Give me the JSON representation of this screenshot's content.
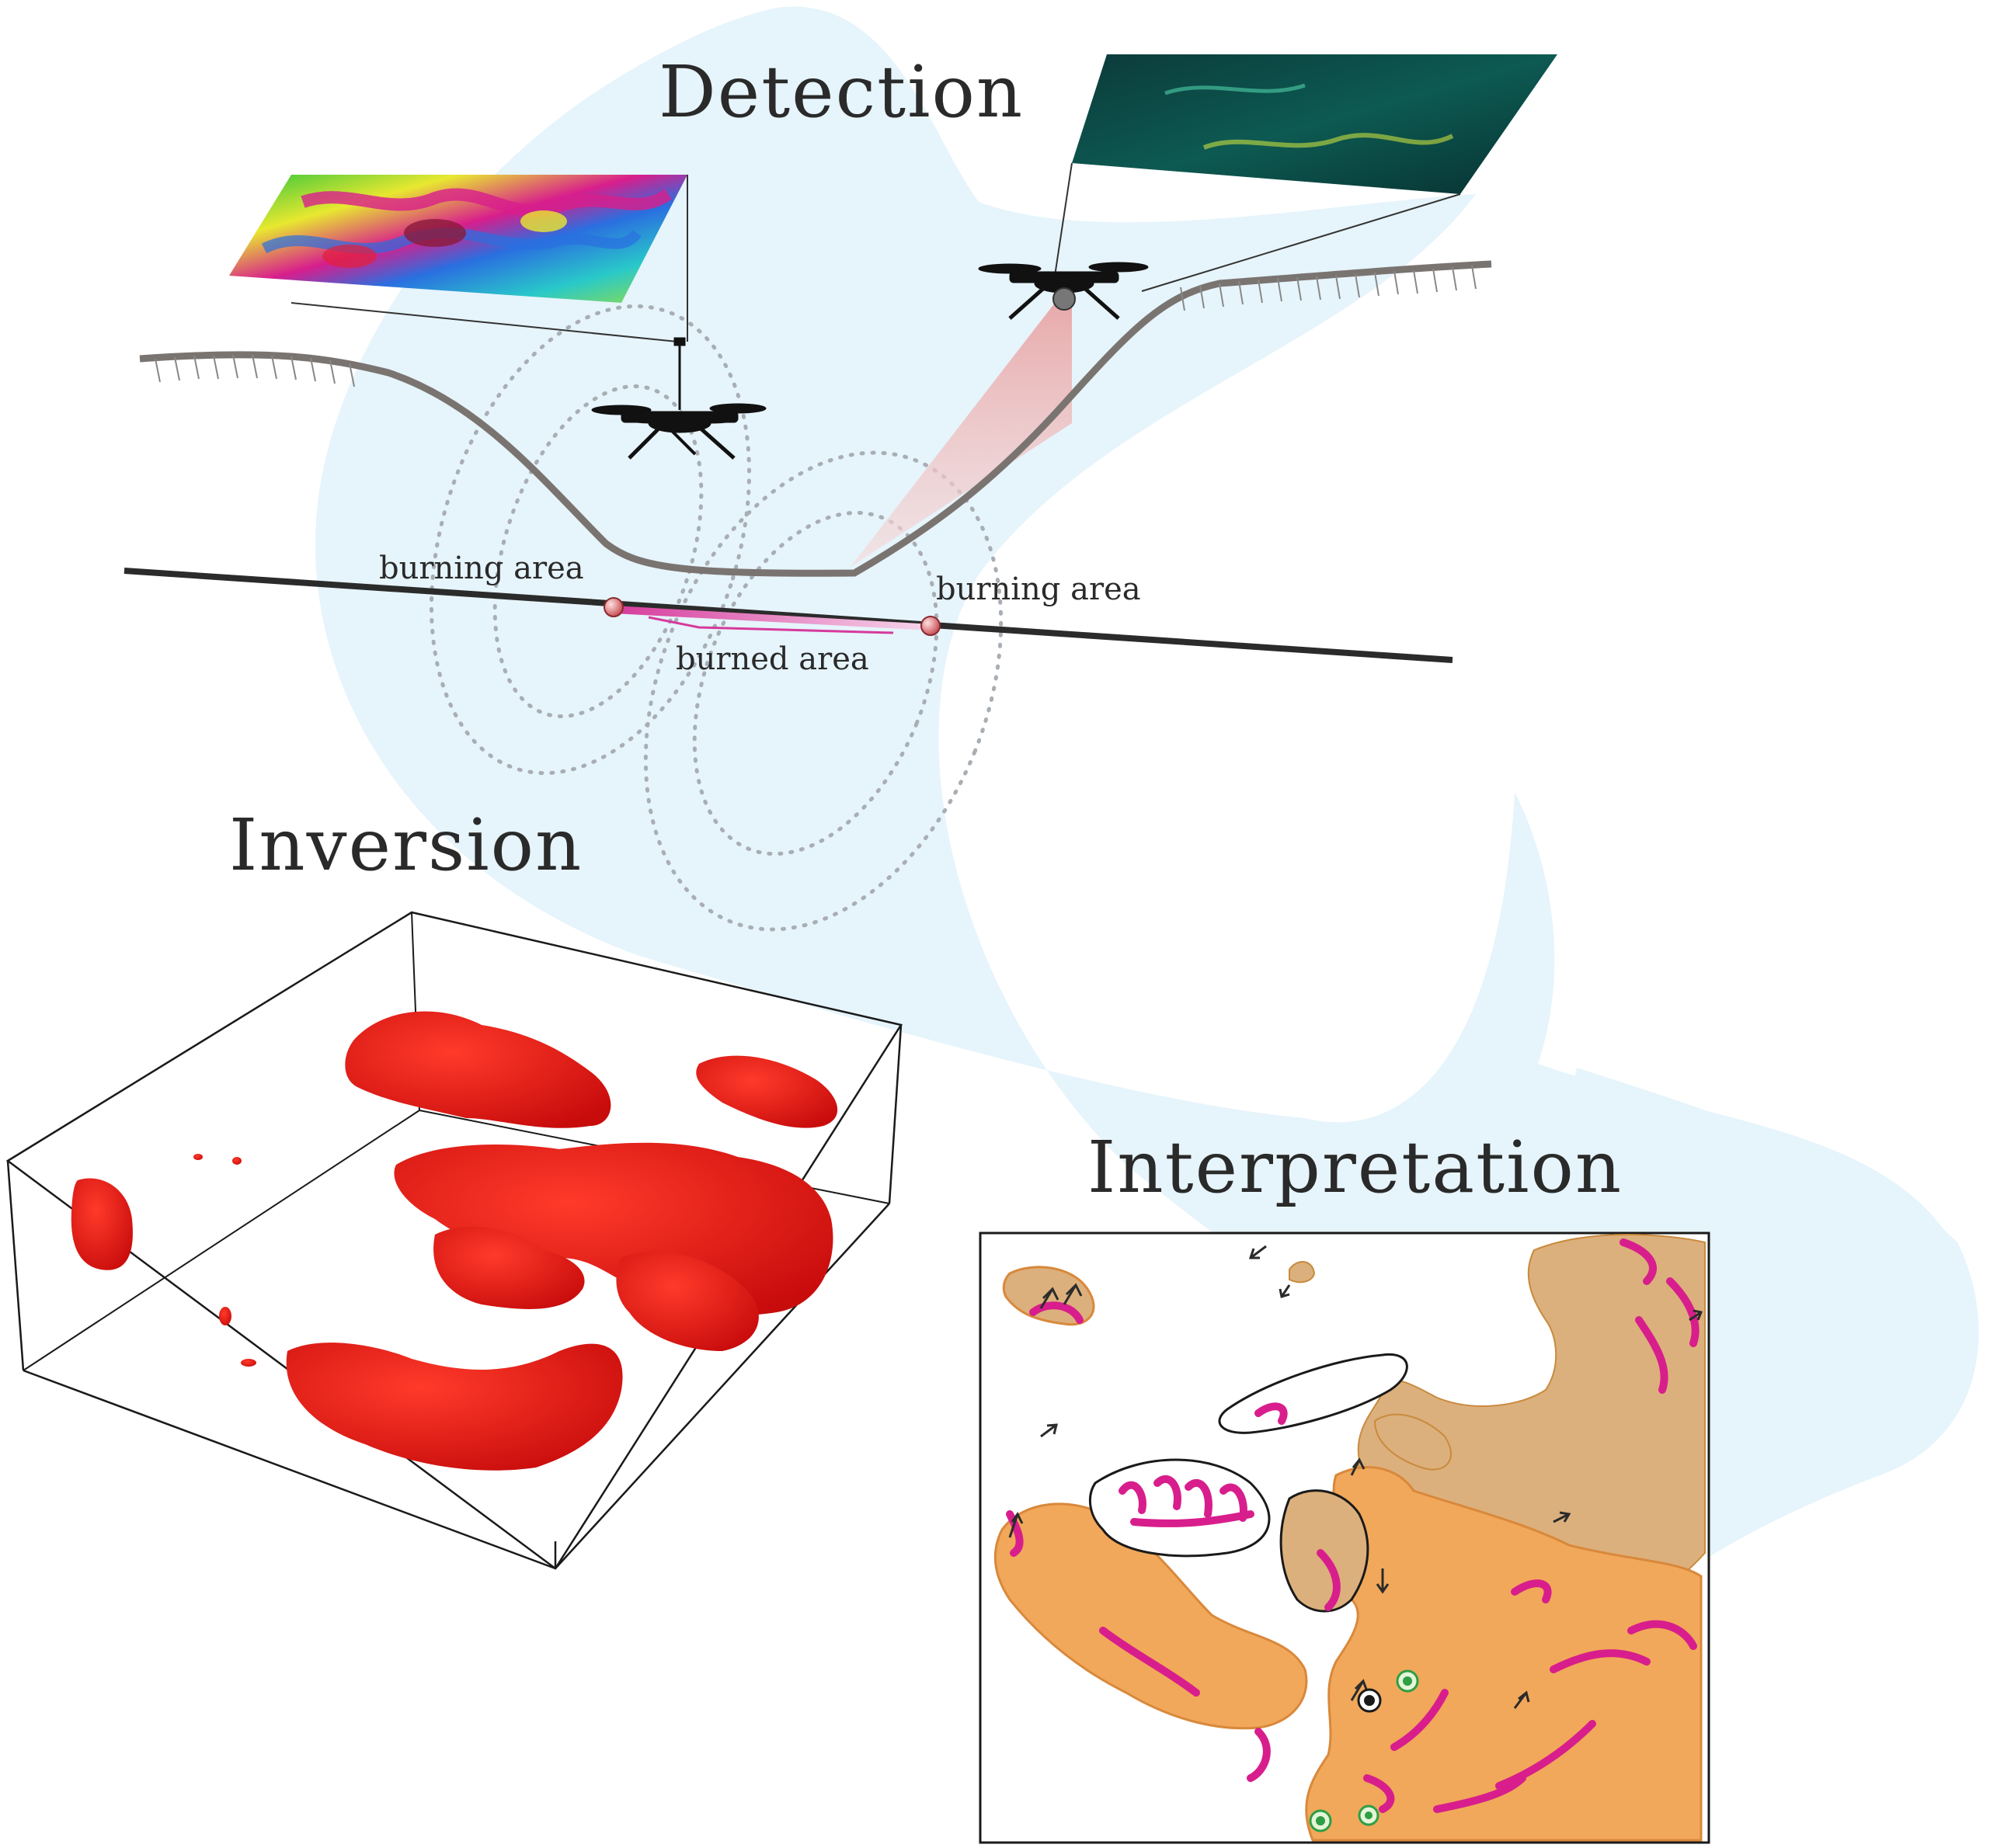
{
  "sections": {
    "detection": "Detection",
    "inversion": "Inversion",
    "interpretation": "Interpretation"
  },
  "labels": {
    "burning_left": "burning area",
    "burning_right": "burning area",
    "burned": "burned area"
  },
  "colors": {
    "backdrop": "#e6f4fb",
    "terrain": "#7a7471",
    "line": "#2b2b2b",
    "burned_strip": "#d63a9c",
    "anomaly_red": "#e01414",
    "orange_zone": "#f1a85a",
    "tan_zone": "#dcb07c",
    "magenta": "#d81e8c",
    "well_green": "#2f9e44"
  },
  "icons": [
    "drone-icon",
    "camera-drone-icon",
    "well-marker-icon"
  ]
}
